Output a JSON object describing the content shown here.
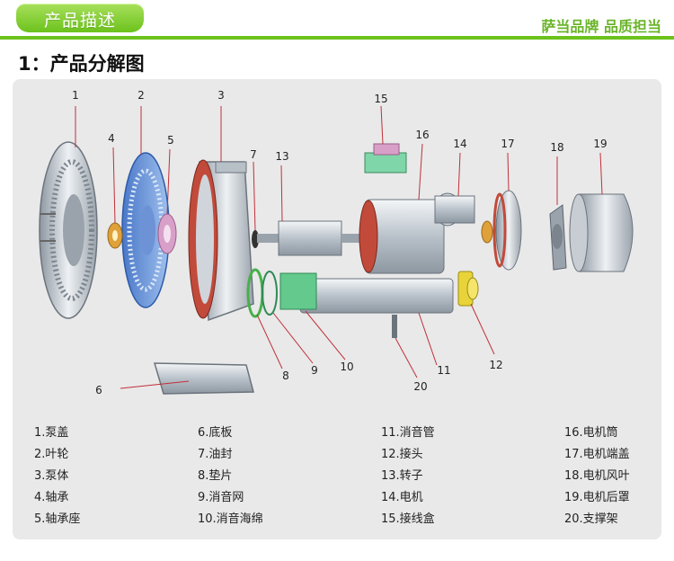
{
  "header": {
    "tab_title": "产品描述",
    "slogan": "萨当品牌  品质担当"
  },
  "section_title": "1：产品分解图",
  "callout_numbers": [
    "1",
    "2",
    "3",
    "4",
    "5",
    "6",
    "7",
    "8",
    "9",
    "10",
    "11",
    "12",
    "13",
    "14",
    "15",
    "16",
    "17",
    "18",
    "19",
    "20"
  ],
  "legend": [
    "1.泵盖",
    "6.底板",
    "11.消音管",
    "16.电机筒",
    "2.叶轮",
    "7.油封",
    "12.接头",
    "17.电机端盖",
    "3.泵体",
    "8.垫片",
    "13.转子",
    "18.电机风叶",
    "4.轴承",
    "9.消音网",
    "14.电机",
    "19.电机后罩",
    "5.轴承座",
    "10.消音海绵",
    "15.接线盒",
    "20.支撑架"
  ],
  "colors": {
    "accent_green": "#6cc21c",
    "slogan_green": "#6ab52a",
    "panel_bg": "#e9e9e9",
    "leader_red": "#c0303a"
  }
}
